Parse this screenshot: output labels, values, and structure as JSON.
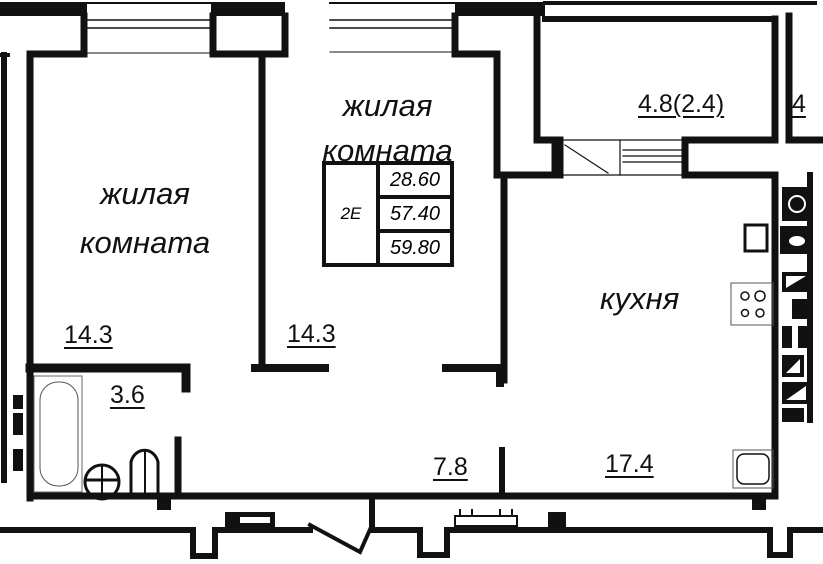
{
  "plan": {
    "rooms": [
      {
        "id": "living-room-1",
        "name_line1": "жилая",
        "name_line2": "комната",
        "area": "14.3"
      },
      {
        "id": "living-room-2",
        "name_line1": "жилая",
        "name_line2": "комната",
        "area": "14.3"
      },
      {
        "id": "kitchen",
        "name_line1": "кухня",
        "area": "17.4"
      },
      {
        "id": "bathroom",
        "area": "3.6"
      },
      {
        "id": "hallway",
        "area": "7.8"
      },
      {
        "id": "loggia",
        "area": "4.8(2.4)"
      },
      {
        "id": "neighbor-loggia-partial",
        "area": "4"
      }
    ],
    "apartment_table": {
      "type": "2E",
      "living_area": "28.60",
      "total_area": "57.40",
      "total_with_loggia": "59.80"
    },
    "colors": {
      "wall": "#111111",
      "background": "#ffffff"
    }
  }
}
